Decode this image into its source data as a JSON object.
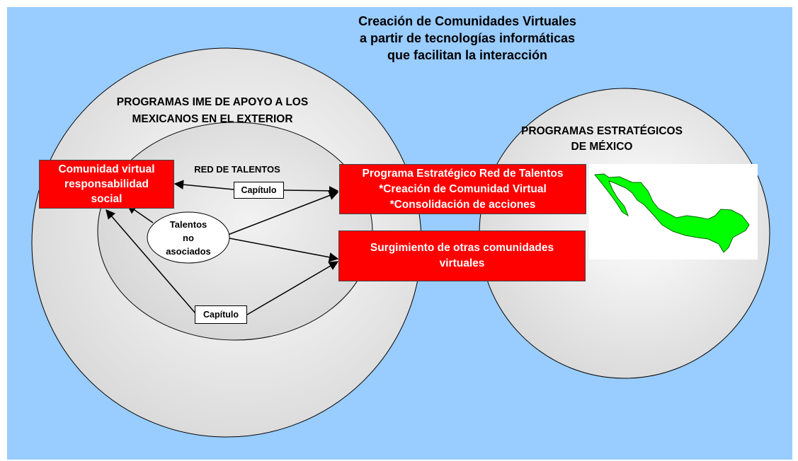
{
  "title": "Creación de Comunidades Virtuales\na partir de tecnologías informáticas\nque facilitan la interacción",
  "circles": {
    "ime_label": "PROGRAMAS IME DE APOYO A LOS\nMEXICANOS EN EL EXTERIOR",
    "mexico_label": "PROGRAMAS ESTRATÉGICOS\nDE MÉXICO",
    "red_label": "RED DE TALENTOS"
  },
  "boxes": {
    "comunidad": "Comunidad virtual\nresponsabilidad\nsocial",
    "programa": "Programa Estratégico Red de Talentos\n*Creación de Comunidad Virtual\n*Consolidación de acciones",
    "surgimiento": "Surgimiento de otras comunidades\nvirtuales",
    "capitulo_1": "Capítulo",
    "capitulo_2": "Capítulo",
    "talentos": "Talentos\nno\nasociados"
  },
  "colors": {
    "background": "#99ccff",
    "box_fill": "#ff0000",
    "map_fill": "#00ff00"
  }
}
